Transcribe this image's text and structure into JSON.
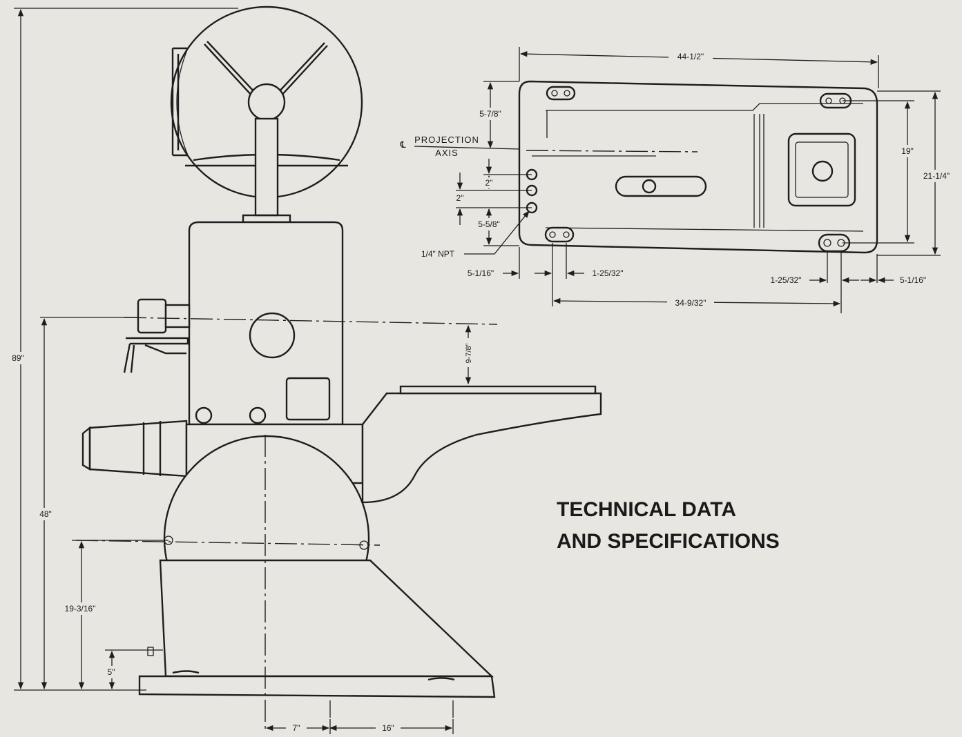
{
  "title": {
    "line1": "TECHNICAL DATA",
    "line2": "AND SPECIFICATIONS"
  },
  "side_view": {
    "overall_height": "89\"",
    "axis_height": "48\"",
    "motor_center_height": "19-3/16\"",
    "base_height": "5\"",
    "axis_to_table": "9-7/8\"",
    "base_offset": "7\"",
    "base_slot": "16\""
  },
  "plan_view": {
    "overall_length": "44-1/2\"",
    "overall_width": "21-1/4\"",
    "bolt_spacing_width": "19\"",
    "edge_to_axis": "5-7/8\"",
    "projection_label": "PROJECTION",
    "axis_label": "AXIS",
    "centerline_symbol": "℄",
    "port_spacing_1": "2\"",
    "port_spacing_2": "2\"",
    "port_to_edge": "5-5/8\"",
    "npt_label": "1/4\" NPT",
    "left_edge_offset": "5-1/16\"",
    "left_slot": "1-25/32\"",
    "right_slot": "1-25/32\"",
    "right_edge_offset": "5-1/16\"",
    "bolt_spacing_length": "34-9/32\""
  }
}
